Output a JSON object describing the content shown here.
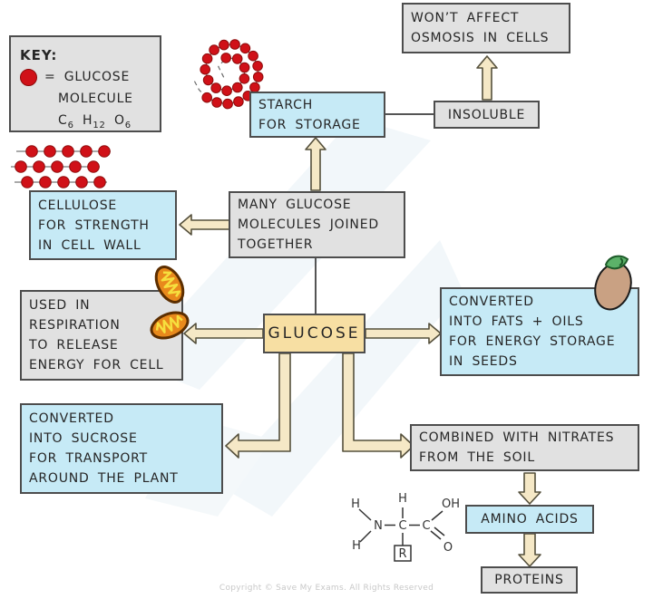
{
  "key": {
    "title": "KEY:",
    "equals_glucose": "= GLUCOSE",
    "molecule": "MOLECULE",
    "formula": {
      "c": "C",
      "c_sub": "6",
      "h": "H",
      "h_sub": "12",
      "o": "O",
      "o_sub": "6"
    }
  },
  "boxes": {
    "wont_affect": {
      "lines": [
        "WON’T AFFECT",
        "OSMOSIS IN CELLS"
      ]
    },
    "insoluble": {
      "lines": [
        "INSOLUBLE"
      ]
    },
    "starch": {
      "lines": [
        "STARCH",
        "FOR STORAGE"
      ]
    },
    "many_glucose": {
      "lines": [
        "MANY GLUCOSE",
        "MOLECULES JOINED",
        "TOGETHER"
      ]
    },
    "cellulose": {
      "lines": [
        "CELLULOSE",
        "FOR STRENGTH",
        "IN CELL WALL"
      ]
    },
    "respiration": {
      "lines": [
        "USED IN",
        "RESPIRATION",
        "TO RELEASE",
        "ENERGY FOR CELL"
      ]
    },
    "glucose": {
      "lines": [
        "GLUCOSE"
      ]
    },
    "fats": {
      "lines": [
        "CONVERTED",
        "INTO FATS + OILS",
        "FOR ENERGY STORAGE",
        "IN SEEDS"
      ]
    },
    "sucrose": {
      "lines": [
        "CONVERTED",
        "INTO SUCROSE",
        "FOR TRANSPORT",
        "AROUND THE PLANT"
      ]
    },
    "nitrates": {
      "lines": [
        "COMBINED WITH NITRATES",
        "FROM THE SOIL"
      ]
    },
    "amino_acids": {
      "lines": [
        "AMINO ACIDS"
      ]
    },
    "proteins": {
      "lines": [
        "PROTEINS"
      ]
    }
  },
  "amino_structure": {
    "h1": "H",
    "h2": "H",
    "h3": "H",
    "n": "N",
    "c1": "C",
    "c2": "C",
    "oh": "OH",
    "o": "O",
    "r": "R"
  },
  "footer": "Copyright © Save My Exams. All Rights Reserved",
  "icons": {
    "glucose_dot": "red-circle-glucose-molecule",
    "starch_spiral": "spiral-chain-of-glucose-molecules",
    "cellulose_chains": "three-straight-chains-of-glucose-molecules",
    "mitochondrion": "orange-oval-organelle-with-cristae",
    "seed": "brown-seed-with-green-sprout"
  },
  "colors": {
    "box_blue": "#c6eaf6",
    "box_gray": "#e1e1e1",
    "box_tan": "#f7dfa3",
    "arrow_fill": "#f5e8c6",
    "arrow_stroke": "#55503c",
    "glucose_red": "#d01118",
    "border": "#4d4d4d",
    "mito_orange": "#e8891c",
    "seed_brown": "#c9a183",
    "sprout_green": "#5cb269"
  }
}
